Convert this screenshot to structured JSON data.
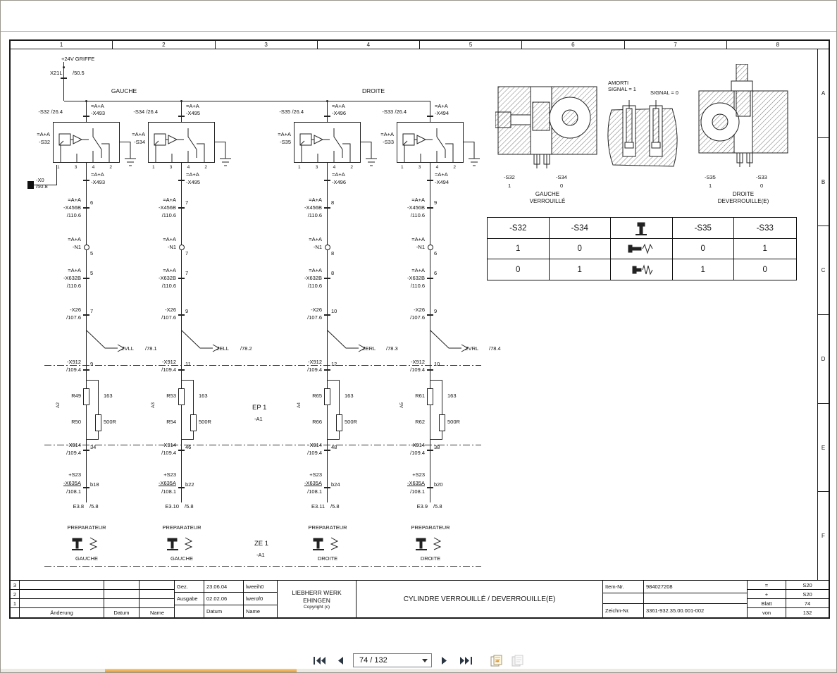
{
  "ruler": {
    "cols": [
      "1",
      "2",
      "3",
      "4",
      "5",
      "6",
      "7",
      "8"
    ],
    "rows": [
      "A",
      "B",
      "C",
      "D",
      "E",
      "F"
    ]
  },
  "power": {
    "rail": "+24V GRIFFE",
    "conn": "X21L",
    "ref": "/50.5"
  },
  "ground": {
    "conn": "-X0",
    "ref": "/50.8"
  },
  "group_labels": {
    "left": "GAUCHE",
    "right": "DROITE"
  },
  "shared": {
    "tag": "=A+A",
    "pins": [
      "1",
      "3",
      "4",
      "2"
    ]
  },
  "modules": {
    "ep": "EP 1",
    "ep_tag": "-A1",
    "ze": "ZE 1",
    "ze_tag": "-A1"
  },
  "branches": [
    {
      "xref": "-S32",
      "xref_loc": "/26.4",
      "conn_top": "-X493",
      "switch": "-S32",
      "conn_bot": "-X493",
      "x456b": "-X456B",
      "x456b_ref": "/110.6",
      "x456b_pin": "6",
      "n1": "-N1",
      "n1_pin": "5",
      "x632b": "-X632B",
      "x632b_ref": "/110.6",
      "x632b_pin": "5",
      "x26": "-X26",
      "x26_ref": "/107.6",
      "x26_pin": "7",
      "sig": "ZVLL",
      "sig_ref": "/78.1",
      "x912": "-X912",
      "x912_ref": "/109.4",
      "x912_pin": "9",
      "rtag": "A2",
      "r1": "R49",
      "r1_val": "163",
      "r2": "R50",
      "r2_val": "500R",
      "x914": "-X914",
      "x914_ref": "/109.4",
      "x914_pin": "34",
      "s23": "+S23",
      "x635a": "-X635A",
      "x635a_ref": "/108.1",
      "x635a_pin": "b18",
      "e": "E3.8",
      "e_ref": "/5.8",
      "prep": "PREPARATEUR",
      "side": "GAUCHE"
    },
    {
      "xref": "-S34",
      "xref_loc": "/26.4",
      "conn_top": "-X495",
      "switch": "-S34",
      "conn_bot": "-X495",
      "x456b": "-X456B",
      "x456b_ref": "/110.6",
      "x456b_pin": "7",
      "n1": "-N1",
      "n1_pin": "7",
      "x632b": "-X632B",
      "x632b_ref": "/110.6",
      "x632b_pin": "7",
      "x26": "-X26",
      "x26_ref": "/107.6",
      "x26_pin": "9",
      "sig": "ZELL",
      "sig_ref": "/78.2",
      "x912": "-X912",
      "x912_ref": "/109.4",
      "x912_pin": "11",
      "rtag": "A3",
      "r1": "R53",
      "r1_val": "163",
      "r2": "R54",
      "r2_val": "500R",
      "x914": "-X914",
      "x914_ref": "/109.4",
      "x914_pin": "46",
      "s23": "+S23",
      "x635a": "-X635A",
      "x635a_ref": "/108.1",
      "x635a_pin": "b22",
      "e": "E3.10",
      "e_ref": "/5.8",
      "prep": "PREPARATEUR",
      "side": "GAUCHE"
    },
    {
      "xref": "-S35",
      "xref_loc": "/26.4",
      "conn_top": "-X496",
      "switch": "-S35",
      "conn_bot": "-X496",
      "x456b": "-X456B",
      "x456b_ref": "/110.6",
      "x456b_pin": "8",
      "n1": "-N1",
      "n1_pin": "8",
      "x632b": "-X632B",
      "x632b_ref": "/110.6",
      "x632b_pin": "8",
      "x26": "-X26",
      "x26_ref": "/107.6",
      "x26_pin": "10",
      "sig": "ZERL",
      "sig_ref": "/78.3",
      "x912": "-X912",
      "x912_ref": "/109.4",
      "x912_pin": "12",
      "rtag": "A4",
      "r1": "R65",
      "r1_val": "163",
      "r2": "R66",
      "r2_val": "500R",
      "x914": "-X914",
      "x914_ref": "/109.4",
      "x914_pin": "48",
      "s23": "+S23",
      "x635a": "-X635A",
      "x635a_ref": "/108.1",
      "x635a_pin": "b24",
      "e": "E3.11",
      "e_ref": "/5.8",
      "prep": "PREPARATEUR",
      "side": "DROITE"
    },
    {
      "xref": "-S33",
      "xref_loc": "/26.4",
      "conn_top": "-X494",
      "switch": "-S33",
      "conn_bot": "-X494",
      "x456b": "-X456B",
      "x456b_ref": "/110.6",
      "x456b_pin": "9",
      "n1": "-N1",
      "n1_pin": "6",
      "x632b": "-X632B",
      "x632b_ref": "/110.6",
      "x632b_pin": "6",
      "x26": "-X26",
      "x26_ref": "/107.6",
      "x26_pin": "9",
      "sig": "ZVRL",
      "sig_ref": "/78.4",
      "x912": "-X912",
      "x912_ref": "/109.4",
      "x912_pin": "10",
      "rtag": "A5",
      "r1": "R61",
      "r1_val": "163",
      "r2": "R62",
      "r2_val": "500R",
      "x914": "-X914",
      "x914_ref": "/109.4",
      "x914_pin": "38",
      "s23": "+S23",
      "x635a": "-X635A",
      "x635a_ref": "/108.1",
      "x635a_pin": "b20",
      "e": "E3.9",
      "e_ref": "/5.8",
      "prep": "PREPARATEUR",
      "side": "DROITE"
    }
  ],
  "mech": {
    "left": {
      "s1": "-S32",
      "s1_val": "1",
      "s2": "-S34",
      "s2_val": "0",
      "cap1": "GAUCHE",
      "cap2": "VERROUILLÉ"
    },
    "mid": {
      "l1a": "AMORTI",
      "l1b": "SIGNAL = 1",
      "l2": "SIGNAL = 0"
    },
    "right": {
      "s1": "-S35",
      "s1_val": "1",
      "s2": "-S33",
      "s2_val": "0",
      "cap1": "DROITE",
      "cap2": "DEVERROUILLE(E)"
    }
  },
  "truth_table": {
    "h1": "-S32",
    "h2": "-S34",
    "h4": "-S35",
    "h5": "-S33",
    "r1": [
      "1",
      "0",
      "0",
      "1"
    ],
    "r2": [
      "0",
      "1",
      "1",
      "0"
    ]
  },
  "title_block": {
    "rev_nums": [
      "3",
      "2",
      "1"
    ],
    "aenderung": "Änderung",
    "datum": "Datum",
    "name": "Name",
    "gez": "Gez.",
    "gez_date": "23.06.04",
    "gez_name": "lweeih0",
    "ausgabe": "Ausgabe",
    "ausgabe_date": "02.02.06",
    "ausgabe_name": "lwerof0",
    "company1": "LIEBHERR WERK",
    "company2": "EHINGEN",
    "copyright": "Copyright (c)",
    "title": "CYLINDRE VERROUILLÉ / DEVERROUILLE(E)",
    "item_label": "Item-Nr.",
    "item_value": "984027208",
    "zeichn_label": "Zeichn-Nr.",
    "zeichn_value": "3361-932.35.00.001-002",
    "eq_label": "=",
    "eq_value": "S20",
    "plus_label": "+",
    "plus_value": "S20",
    "blatt_label": "Blatt",
    "blatt_value": "74",
    "von_label": "von",
    "von_value": "132"
  },
  "toolbar": {
    "page": "74 / 132"
  },
  "colors": {
    "scroll_thumb": "#e8962e",
    "nav_icon": "#2a3542"
  }
}
